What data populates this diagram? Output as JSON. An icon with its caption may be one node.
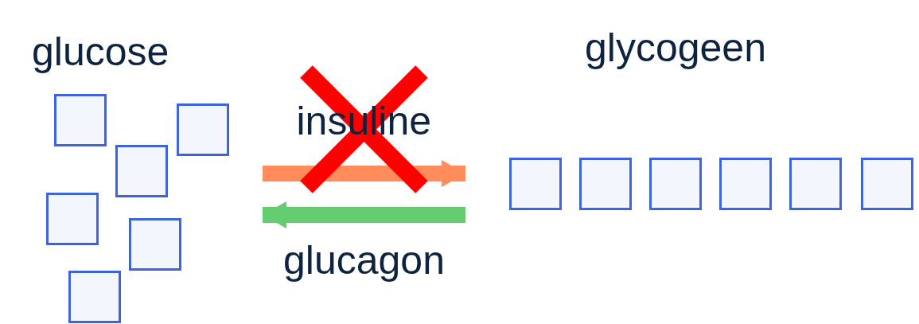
{
  "diagram": {
    "nodes": [
      {
        "text": [
          "glucose"
        ]
      },
      {
        "text": [],
        "shape": "box",
        "in": 0
      },
      {
        "text": [],
        "shape": "box",
        "in": 0
      },
      {
        "text": [],
        "shape": "box",
        "in": 0
      },
      {
        "text": [],
        "shape": "box",
        "in": 0
      },
      {
        "text": [],
        "shape": "box",
        "in": 0
      },
      {
        "text": [],
        "shape": "box",
        "in": 0
      },
      {
        "text": [
          "glycogeen"
        ]
      },
      {
        "text": [],
        "shape": "box",
        "in": 7
      },
      {
        "text": [],
        "shape": "box",
        "in": 7
      },
      {
        "text": [],
        "shape": "box",
        "in": 7
      },
      {
        "text": [],
        "shape": "box",
        "in": 7
      },
      {
        "text": [],
        "shape": "box",
        "in": 7
      },
      {
        "text": [],
        "shape": "box",
        "in": 7
      }
    ],
    "edges": [
      {
        "from": 0,
        "to": 7,
        "arrow": "to",
        "label": "insuline",
        "color": "#ff8c5a"
      },
      {
        "from": 7,
        "to": 0,
        "arrow": "to",
        "label": "glucagon",
        "color": "#63cd70"
      }
    ]
  }
}
